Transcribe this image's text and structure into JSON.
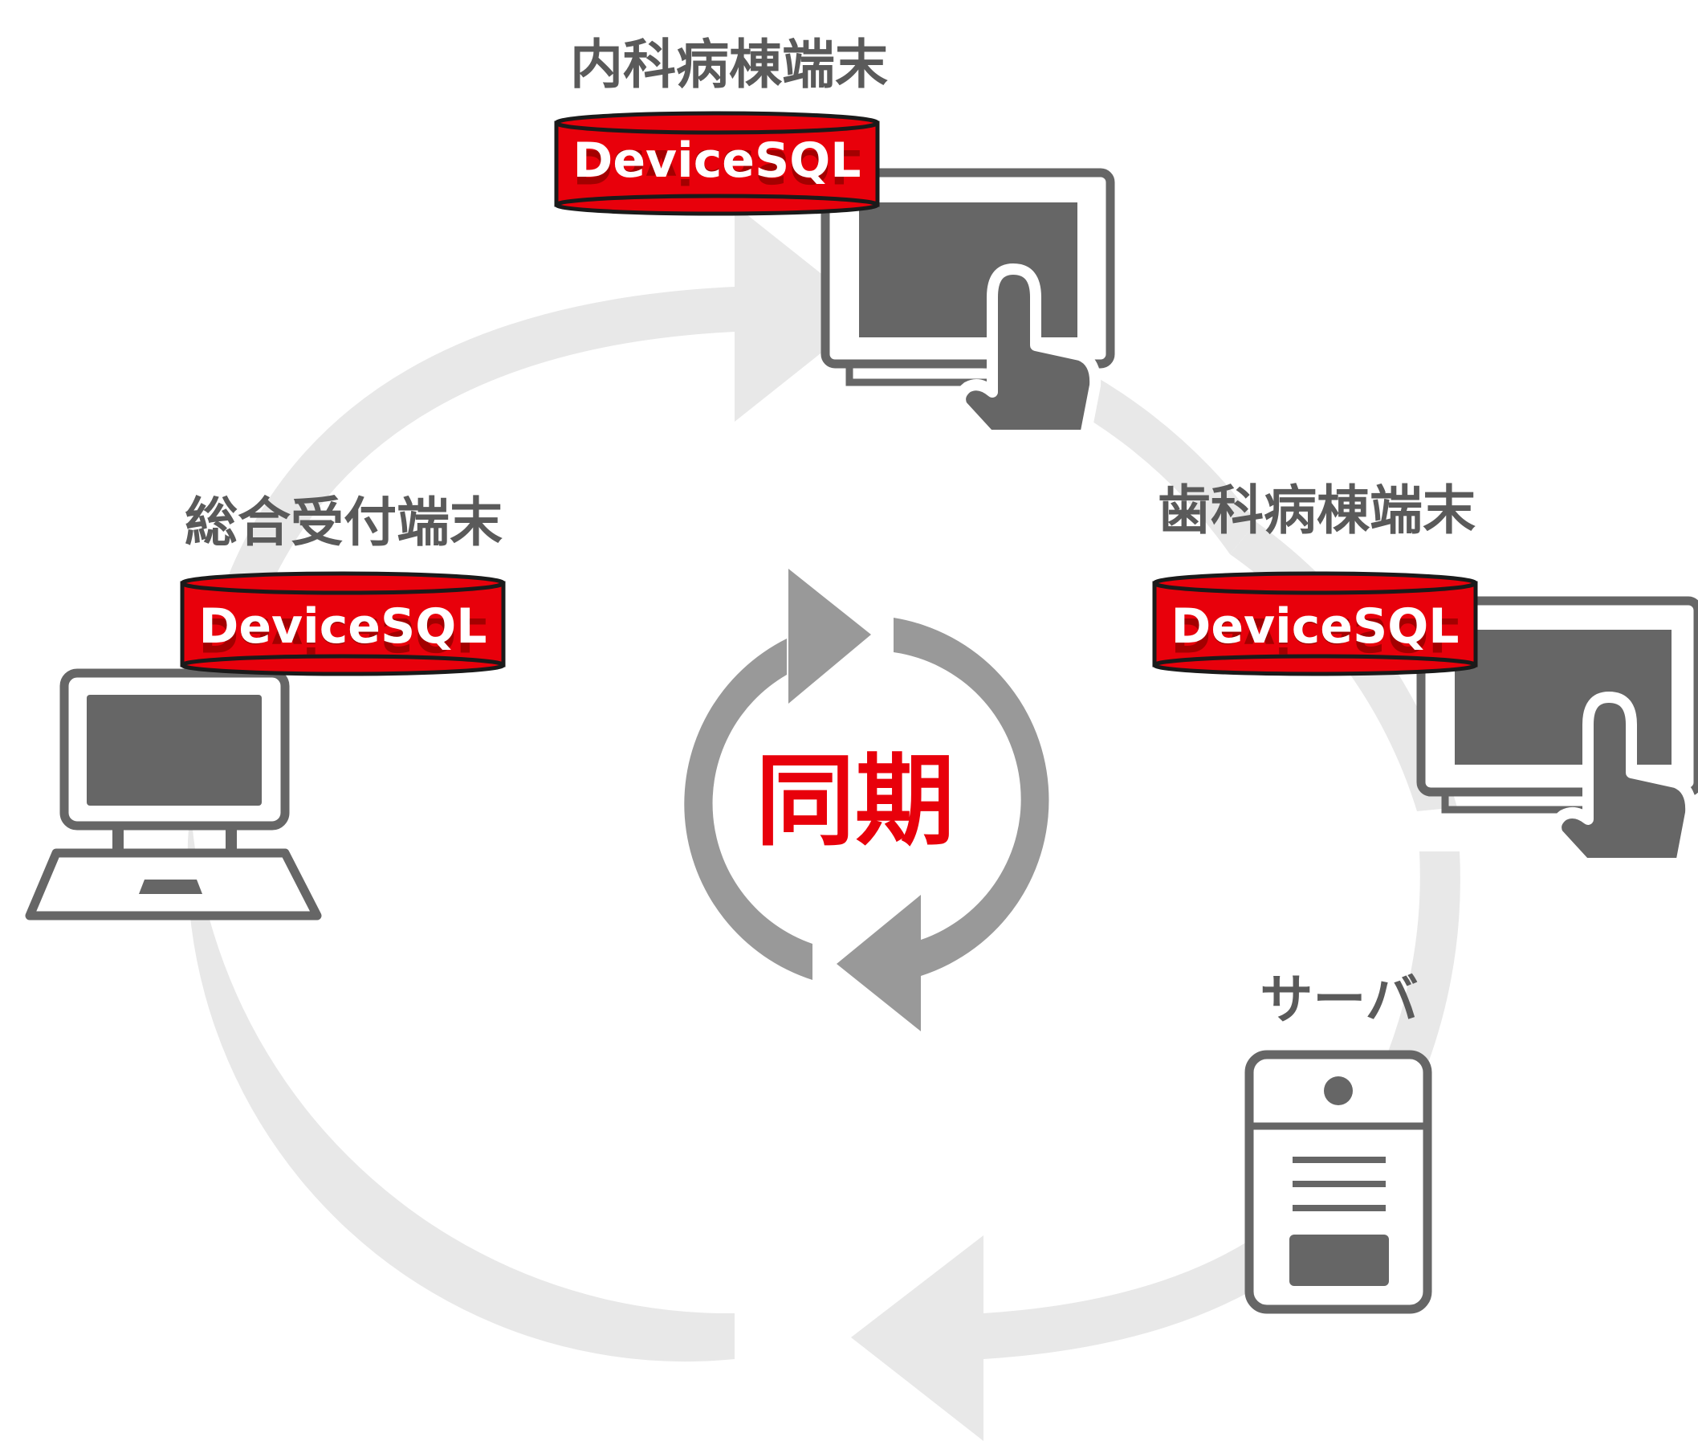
{
  "colors": {
    "ring": "#e8e8e8",
    "sync_arrows": "#999999",
    "device": "#666666",
    "db_red": "#e8000b",
    "sync_text": "#e8000b",
    "label_text": "#5a5a5a"
  },
  "center": {
    "label": "同期"
  },
  "nodes": [
    {
      "id": "internal-ward",
      "label": "内科病棟端末",
      "db_label": "DeviceSQL",
      "device_icon": "tablet-touch-icon"
    },
    {
      "id": "dental-ward",
      "label": "歯科病棟端末",
      "db_label": "DeviceSQL",
      "device_icon": "tablet-touch-icon"
    },
    {
      "id": "reception",
      "label": "総合受付端末",
      "db_label": "DeviceSQL",
      "device_icon": "laptop-icon"
    },
    {
      "id": "server",
      "label": "サーバ",
      "device_icon": "server-icon"
    }
  ]
}
